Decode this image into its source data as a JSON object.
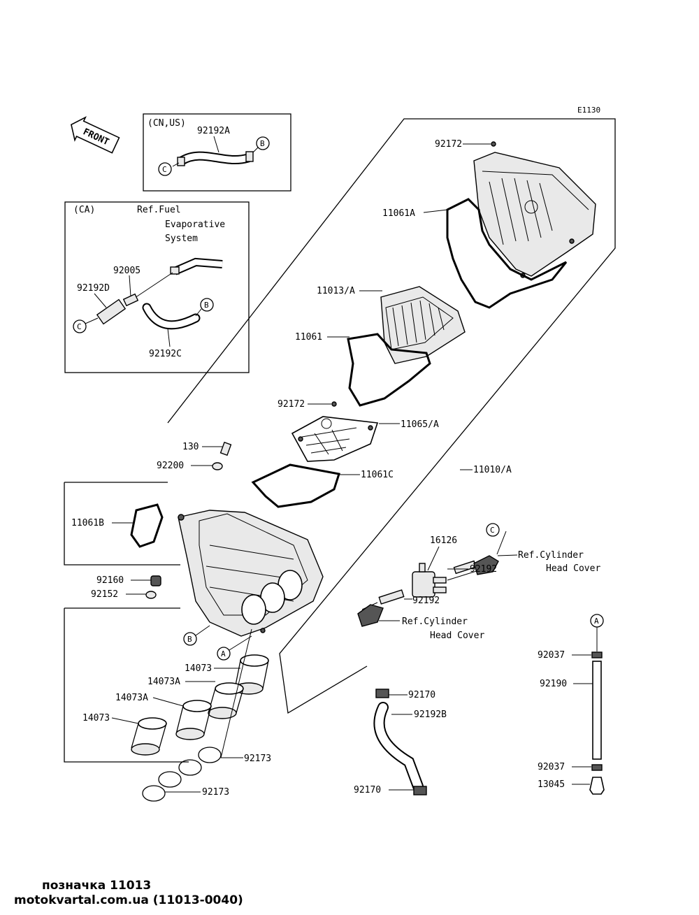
{
  "diagram_code": "E1130",
  "front_arrow_label": "FRONT",
  "boxes": {
    "cn_us": {
      "title": "(CN,US)"
    },
    "ca": {
      "title": "(CA)",
      "ref_lines": [
        "Ref.Fuel",
        "Evaporative",
        "System"
      ]
    }
  },
  "part_labels": {
    "p92192A": "92192A",
    "p92005": "92005",
    "p92192D": "92192D",
    "p92192C": "92192C",
    "p92172_top": "92172",
    "p11061A": "11061A",
    "p11013A": "11013/A",
    "p11061": "11061",
    "p92172_mid": "92172",
    "p11065A": "11065/A",
    "p130": "130",
    "p92200": "92200",
    "p11061C": "11061C",
    "p11010A": "11010/A",
    "p11061B": "11061B",
    "p92160": "92160",
    "p92152": "92152",
    "p16126": "16126",
    "p92192_a": "92192",
    "p92192_b": "92192",
    "p14073_1": "14073",
    "p14073A_1": "14073A",
    "p14073A_2": "14073A",
    "p14073_2": "14073",
    "p92173_1": "92173",
    "p92173_2": "92173",
    "p92170_1": "92170",
    "p92192B": "92192B",
    "p92170_2": "92170",
    "p92037_1": "92037",
    "p92190": "92190",
    "p92037_2": "92037",
    "p13045": "13045"
  },
  "references": {
    "cyl_head_upper": [
      "Ref.Cylinder",
      "Head Cover"
    ],
    "cyl_head_lower": [
      "Ref.Cylinder",
      "Head Cover"
    ]
  },
  "callouts": {
    "box_c": "C",
    "box_b": "B",
    "ca_b": "B",
    "ca_c": "C",
    "cyl_c": "C",
    "main_b": "B",
    "main_a": "A",
    "drain_a": "A"
  },
  "footer": {
    "caption": "позначка 11013",
    "source": "motokvartal.com.ua (11013-0040)"
  }
}
